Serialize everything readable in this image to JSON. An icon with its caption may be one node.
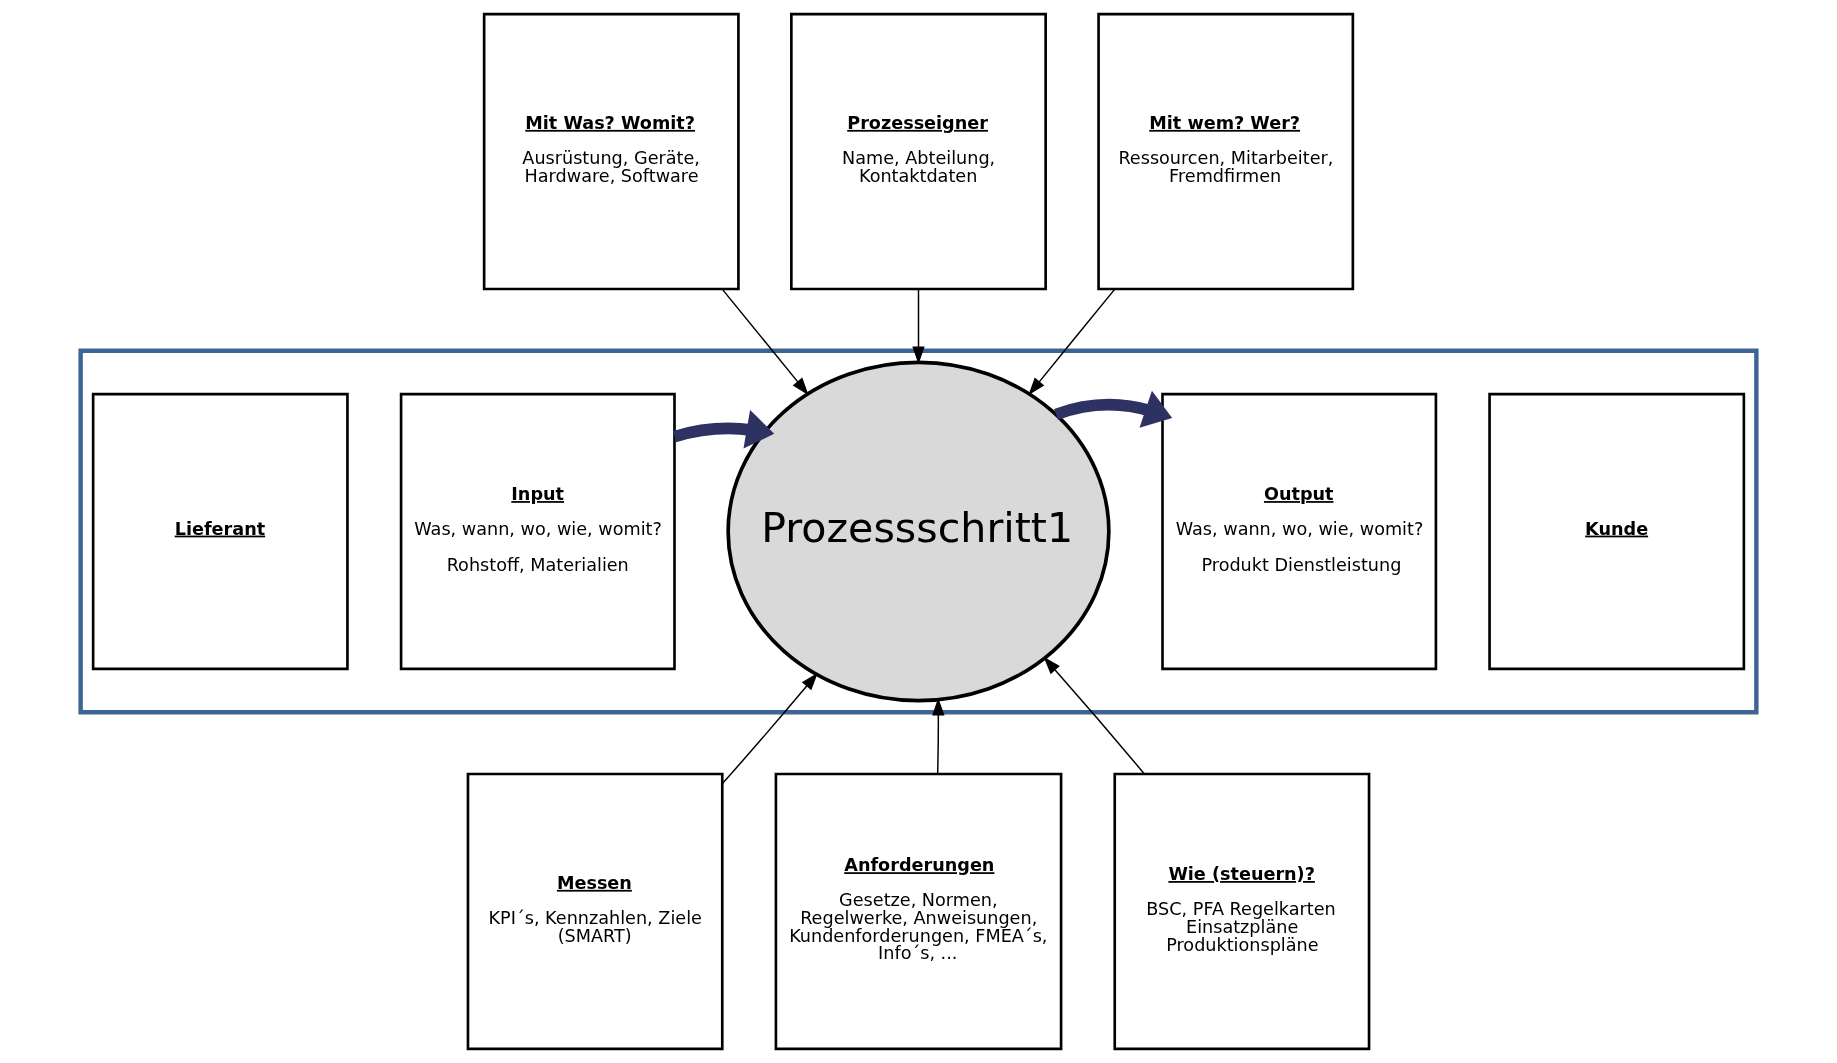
{
  "diagram": {
    "nodes": [
      {
        "text": [
          "Mit Was? Womit?",
          "Ausrüstung, Geräte, Hardware, Software"
        ]
      },
      {
        "text": [
          "Prozesseigner",
          "Name, Abteilung, Kontaktdaten"
        ]
      },
      {
        "text": [
          "Mit wem? Wer?",
          "Ressourcen, Mitarbeiter, Fremdfirmen"
        ]
      },
      {
        "text": [],
        "shape": "box"
      },
      {
        "text": [
          "Lieferant"
        ],
        "in": 3
      },
      {
        "text": [
          "Input",
          "Was, wann, wo, wie, womit?",
          "Rohstoff, Materialien"
        ],
        "in": 3
      },
      {
        "text": [
          "Prozessschritt1"
        ],
        "in": 3
      },
      {
        "text": [
          "Output",
          "Was, wann, wo, wie, womit?",
          "Produkt Dienstleistung"
        ],
        "in": 3
      },
      {
        "text": [
          "Kunde"
        ],
        "in": 3
      },
      {
        "text": [
          "Messen",
          "KPI´s, Kennzahlen, Ziele (SMART)"
        ]
      },
      {
        "text": [
          "Anforderungen",
          "Gesetze, Normen, Regelwerke, Anweisungen, Kundenforderungen, FMEA´s, Info´s, ..."
        ]
      },
      {
        "text": [
          "Wie (steuern)?",
          "BSC, PFA Regelkarten Einsatzpläne Produktionspläne"
        ]
      }
    ],
    "edges": [
      {
        "from": 0,
        "to": 6,
        "arrow": "to"
      },
      {
        "from": 1,
        "to": 6,
        "arrow": "to"
      },
      {
        "from": 2,
        "to": 6,
        "arrow": "to"
      },
      {
        "from": 5,
        "to": 6,
        "arrow": "to",
        "style": "thick",
        "color": "#2e3262"
      },
      {
        "from": 6,
        "to": 7,
        "arrow": "to",
        "style": "thick",
        "color": "#2e3262"
      },
      {
        "from": 9,
        "to": 6,
        "arrow": "to"
      },
      {
        "from": 10,
        "to": 6,
        "arrow": "to"
      },
      {
        "from": 11,
        "to": 6,
        "arrow": "to"
      }
    ]
  }
}
